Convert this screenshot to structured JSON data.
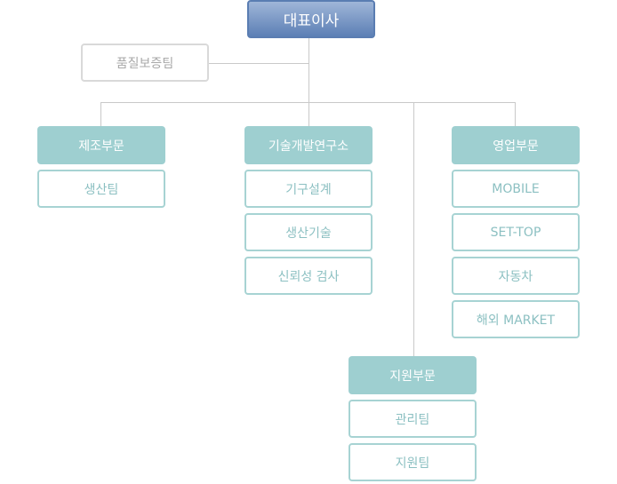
{
  "org": {
    "ceo": "대표이사",
    "quality": "품질보증팀",
    "manufacturing": {
      "title": "제조부문",
      "teams": [
        "생산팀"
      ]
    },
    "rnd": {
      "title": "기술개발연구소",
      "teams": [
        "기구설계",
        "생산기술",
        "신뢰성 검사"
      ]
    },
    "sales": {
      "title": "영업부문",
      "teams": [
        "MOBILE",
        "SET-TOP",
        "자동차",
        "해외 MARKET"
      ]
    },
    "support": {
      "title": "지원부문",
      "teams": [
        "관리팀",
        "지원팀"
      ]
    }
  }
}
